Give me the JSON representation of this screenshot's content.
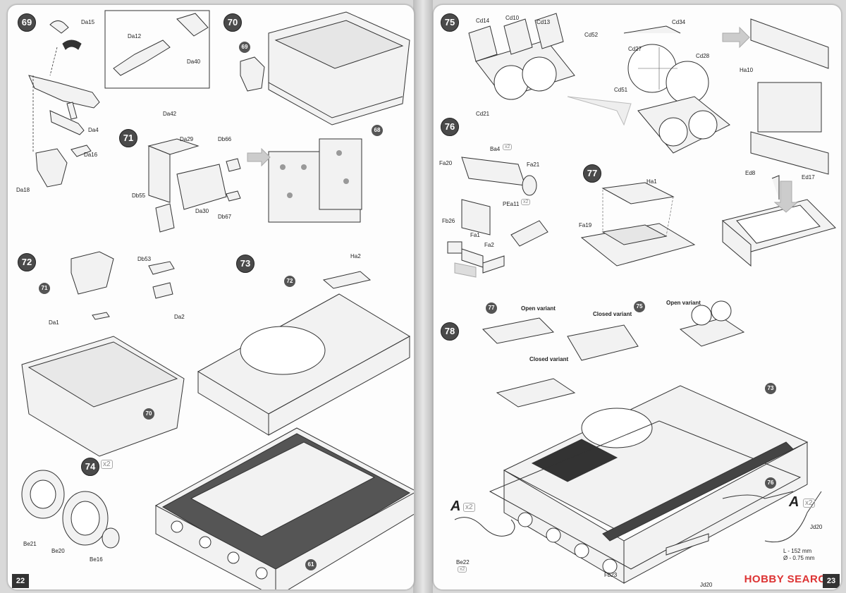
{
  "page_numbers": {
    "left": "22",
    "right": "23"
  },
  "watermark": {
    "text": "HOBBY SEARCH"
  },
  "steps": {
    "s69": "69",
    "s70": "70",
    "s71": "71",
    "s72": "72",
    "s73": "73",
    "s74": "74",
    "s75": "75",
    "s76": "76",
    "s77": "77",
    "s78": "78"
  },
  "parts": {
    "Da15": "Da15",
    "Da12": "Da12",
    "Da40": "Da40",
    "Da4": "Da4",
    "Da16": "Da16",
    "Da18": "Da18",
    "Da42": "Da42",
    "Da29": "Da29",
    "Db66": "Db66",
    "Db55": "Db55",
    "Da30": "Da30",
    "Db67": "Db67",
    "Db53": "Db53",
    "Da1": "Da1",
    "Da2": "Da2",
    "Ha2": "Ha2",
    "Be21": "Be21",
    "Be20": "Be20",
    "Be16": "Be16",
    "Cd14": "Cd14",
    "Cd10": "Cd10",
    "Cd13": "Cd13",
    "Cd21": "Cd21",
    "Cd52": "Cd52",
    "Cd27": "Cd27",
    "Cd34": "Cd34",
    "Cd28": "Cd28",
    "Cd51": "Cd51",
    "Ha10": "Ha10",
    "Ed17": "Ed17",
    "Ed8": "Ed8",
    "Fa20": "Fa20",
    "Ba4": "Ba4",
    "Fa21": "Fa21",
    "PEa11": "PEa11",
    "Fb26": "Fb26",
    "Fa1": "Fa1",
    "Fa2": "Fa2",
    "Ha1": "Ha1",
    "Fa19": "Fa19",
    "Be22": "Be22",
    "Fb23": "Fb23",
    "Jd20a": "Jd20",
    "Jd20b": "Jd20"
  },
  "callouts": {
    "c69": "69",
    "c68": "68",
    "c71": "71",
    "c70": "70",
    "c72": "72",
    "c61": "61",
    "c77": "77",
    "c75": "75",
    "c73": "73",
    "c76": "76"
  },
  "multipliers": {
    "m74": "x2",
    "mA1": "x2",
    "mA2": "x2",
    "mBa4": "x2",
    "mPE": "x2",
    "mBe22": "x2"
  },
  "labels": {
    "open_variant_1": "Open variant",
    "closed_variant_1": "Closed variant",
    "open_variant_2": "Open variant",
    "closed_variant_2": "Closed variant",
    "A1": "A",
    "A2": "A",
    "wire_length": "L - 152 mm",
    "wire_diameter": "Ø - 0.75 mm"
  },
  "colors": {
    "step_badge": "#4a4a4a",
    "line": "#333333",
    "fill": "#f2f2f2",
    "dark": "#333333"
  }
}
